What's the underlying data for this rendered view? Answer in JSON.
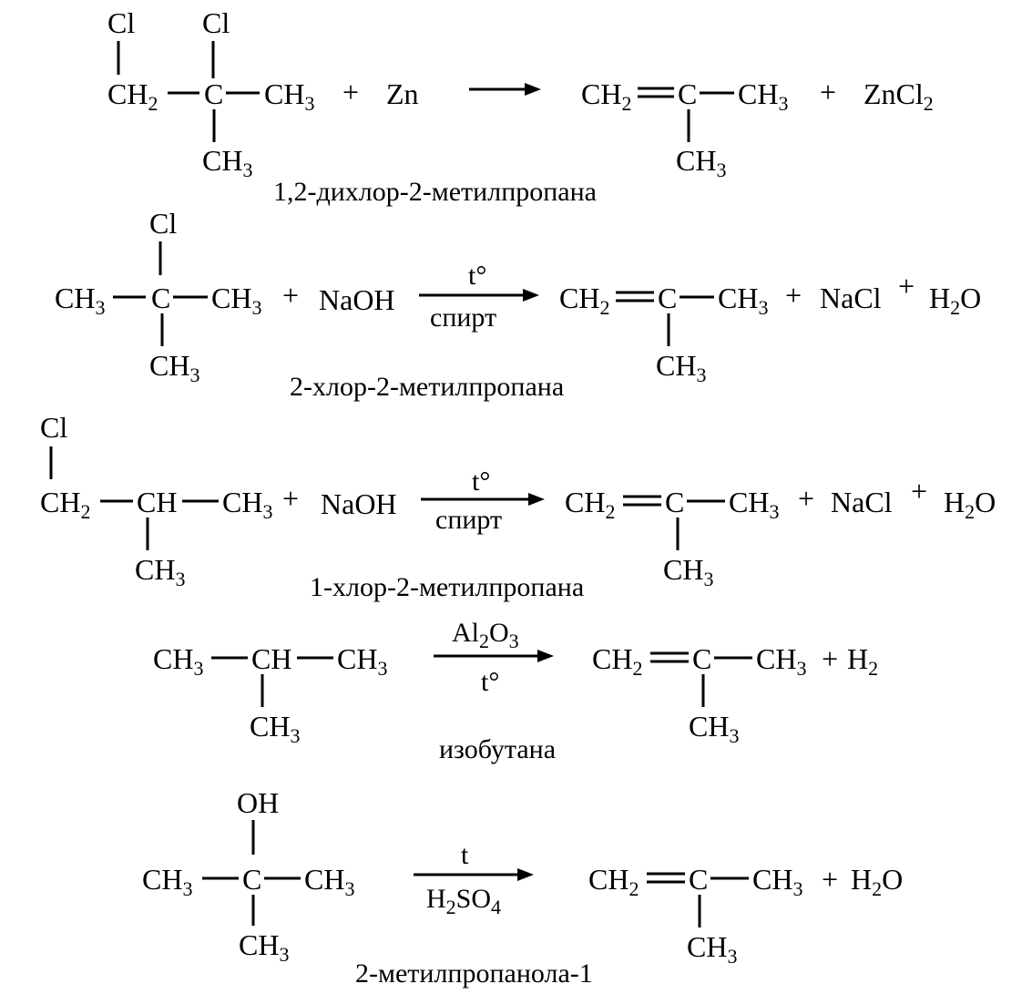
{
  "reactions": [
    {
      "reactant": {
        "a": "Cl",
        "b": "Cl",
        "c": "CH",
        "c_sub": "2",
        "d": "C",
        "e": "CH",
        "e_sub": "3",
        "f": "CH",
        "f_sub": "3"
      },
      "reagent": {
        "plus": "+",
        "text": "Zn"
      },
      "product": {
        "a": "CH",
        "a_sub": "2",
        "b": "C",
        "c": "CH",
        "c_sub": "3",
        "d": "CH",
        "d_sub": "3"
      },
      "byproducts": {
        "plus1": "+",
        "zn": "ZnCl",
        "zn_sub": "2"
      },
      "name": "1,2-дихлор-2-метилпропана"
    },
    {
      "reactant": {
        "a": "Cl",
        "b": "CH",
        "b_sub": "3",
        "c": "C",
        "d": "CH",
        "d_sub": "3",
        "e": "CH",
        "e_sub": "3"
      },
      "reagent": {
        "plus": "+",
        "text": "NaOH"
      },
      "condition": {
        "above": "t°",
        "below": "спирт"
      },
      "product": {
        "a": "CH",
        "a_sub": "2",
        "b": "C",
        "c": "CH",
        "c_sub": "3",
        "d": "CH",
        "d_sub": "3"
      },
      "byproducts": {
        "plus1": "+",
        "nacl": "NaCl",
        "plus2": "+",
        "h2o_h": "H",
        "h2o_sub": "2",
        "h2o_o": "O"
      },
      "name": "2-хлор-2-метилпропана"
    },
    {
      "reactant": {
        "a": "Cl",
        "b": "CH",
        "b_sub": "2",
        "c": "CH",
        "d": "CH",
        "d_sub": "3",
        "e": "CH",
        "e_sub": "3"
      },
      "reagent": {
        "plus": "+",
        "text": "NaOH"
      },
      "condition": {
        "above": "t°",
        "below": "спирт"
      },
      "product": {
        "a": "CH",
        "a_sub": "2",
        "b": "C",
        "c": "CH",
        "c_sub": "3",
        "d": "CH",
        "d_sub": "3"
      },
      "byproducts": {
        "plus1": "+",
        "nacl": "NaCl",
        "plus2": "+",
        "h2o_h": "H",
        "h2o_sub": "2",
        "h2o_o": "O"
      },
      "name": "1-хлор-2-метилпропана"
    },
    {
      "reactant": {
        "a": "CH",
        "a_sub": "3",
        "b": "CH",
        "c": "CH",
        "c_sub": "3",
        "d": "CH",
        "d_sub": "3"
      },
      "condition": {
        "above_a": "Al",
        "above_a_sub": "2",
        "above_b": "O",
        "above_b_sub": "3",
        "below": "t°"
      },
      "product": {
        "a": "CH",
        "a_sub": "2",
        "b": "C",
        "c": "CH",
        "c_sub": "3",
        "d": "CH",
        "d_sub": "3"
      },
      "byproducts": {
        "plus1": "+",
        "h2": "H",
        "h2_sub": "2"
      },
      "name": "изобутана"
    },
    {
      "reactant": {
        "a": "OH",
        "b": "CH",
        "b_sub": "3",
        "c": "C",
        "d": "CH",
        "d_sub": "3",
        "e": "CH",
        "e_sub": "3"
      },
      "condition": {
        "above": "t",
        "below_a": "H",
        "below_a_sub": "2",
        "below_b": "SO",
        "below_b_sub": "4"
      },
      "product": {
        "a": "CH",
        "a_sub": "2",
        "b": "C",
        "c": "CH",
        "c_sub": "3",
        "d": "CH",
        "d_sub": "3"
      },
      "byproducts": {
        "plus1": "+",
        "h2o_h": "H",
        "h2o_sub": "2",
        "h2o_o": "O"
      },
      "name": "2-метилпропанола-1"
    }
  ]
}
